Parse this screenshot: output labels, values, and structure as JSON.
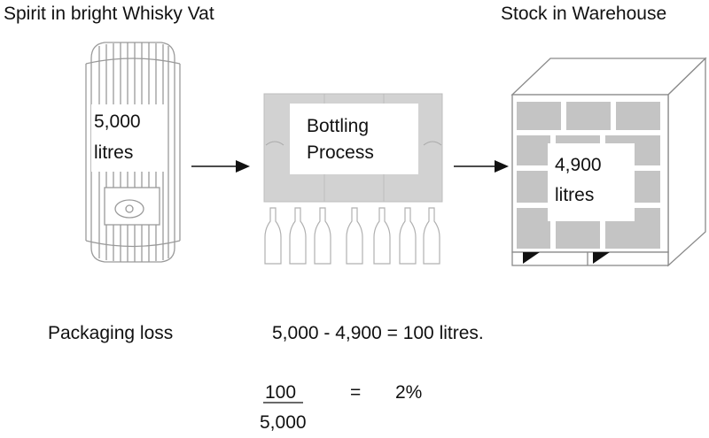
{
  "headers": {
    "vat": "Spirit in bright Whisky Vat",
    "warehouse": "Stock in Warehouse"
  },
  "vat": {
    "line1": "5,000",
    "line2": "litres"
  },
  "bottling": {
    "line1": "Bottling",
    "line2": "Process"
  },
  "warehouse": {
    "line1": "4,900",
    "line2": "litres"
  },
  "loss": {
    "label": "Packaging loss",
    "equation": "5,000 - 4,900 = 100 litres."
  },
  "fraction": {
    "numerator": "100",
    "denominator": "5,000",
    "equals": "=",
    "result": "2%"
  },
  "colors": {
    "vat_stroke": "#9a9a9a",
    "bottling_fill": "#d2d2d2",
    "block_fill": "#c4c4c4",
    "pallet_stroke": "#8a8a8a",
    "arrow": "#111111"
  }
}
